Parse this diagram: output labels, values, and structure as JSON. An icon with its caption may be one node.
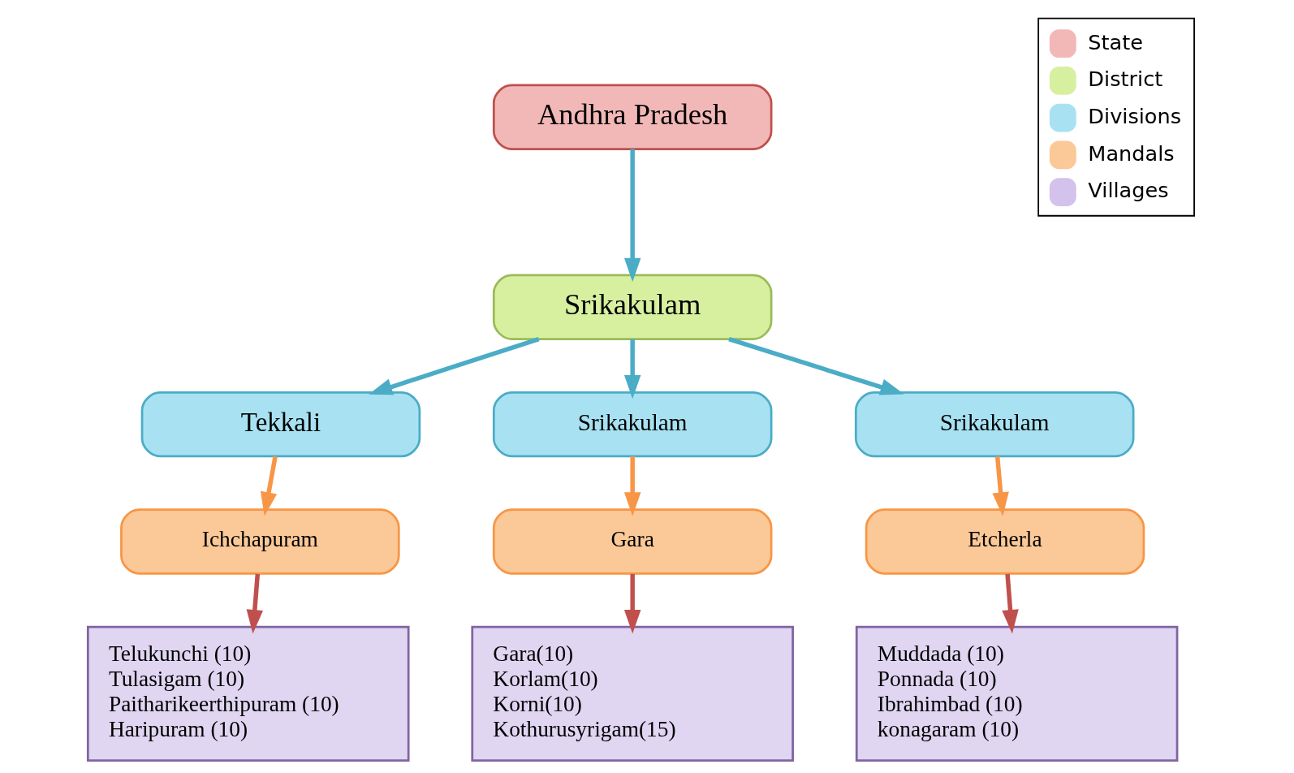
{
  "diagram": {
    "nodes": [
      {
        "text": [
          "Andhra Pradesh"
        ]
      },
      {
        "text": [
          "Srikakulam"
        ]
      },
      {
        "text": [
          "Tekkali"
        ]
      },
      {
        "text": [
          "Srikakulam"
        ]
      },
      {
        "text": [
          "Srikakulam"
        ]
      },
      {
        "text": [
          "Ichchapuram"
        ]
      },
      {
        "text": [
          "Gara"
        ]
      },
      {
        "text": [
          "Etcherla"
        ]
      },
      {
        "text": [
          "Telukunchi (10)",
          "Tulasigam (10)",
          "Paitharikeerthipuram (10)",
          "Haripuram (10)"
        ]
      },
      {
        "text": [
          "Gara(10)",
          "Korlam(10)",
          "Korni(10)",
          "Kothurusyrigam(15)"
        ]
      },
      {
        "text": [
          "Muddada (10)",
          "Ponnada (10)",
          "Ibrahimbad (10)",
          "konagaram (10)"
        ]
      }
    ],
    "edges": [
      {
        "from": 0,
        "to": 1,
        "arrow": "to",
        "color": "#4bacc6"
      },
      {
        "from": 1,
        "to": 2,
        "arrow": "to",
        "color": "#4bacc6"
      },
      {
        "from": 1,
        "to": 3,
        "arrow": "to",
        "color": "#4bacc6"
      },
      {
        "from": 1,
        "to": 4,
        "arrow": "to",
        "color": "#4bacc6"
      },
      {
        "from": 2,
        "to": 5,
        "arrow": "to",
        "color": "#f79646"
      },
      {
        "from": 3,
        "to": 6,
        "arrow": "to",
        "color": "#f79646"
      },
      {
        "from": 4,
        "to": 7,
        "arrow": "to",
        "color": "#f79646"
      },
      {
        "from": 5,
        "to": 8,
        "arrow": "to",
        "color": "#c0504d"
      },
      {
        "from": 6,
        "to": 9,
        "arrow": "to",
        "color": "#c0504d"
      },
      {
        "from": 7,
        "to": 10,
        "arrow": "to",
        "color": "#c0504d"
      }
    ],
    "legend": [
      {
        "text": "State",
        "color": "#f2b8b8"
      },
      {
        "text": "District",
        "color": "#d6f0a0"
      },
      {
        "text": "Divisions",
        "color": "#a8e2f2"
      },
      {
        "text": "Mandals",
        "color": "#fbc898"
      },
      {
        "text": "Villages",
        "color": "#d2c2ec"
      }
    ]
  }
}
